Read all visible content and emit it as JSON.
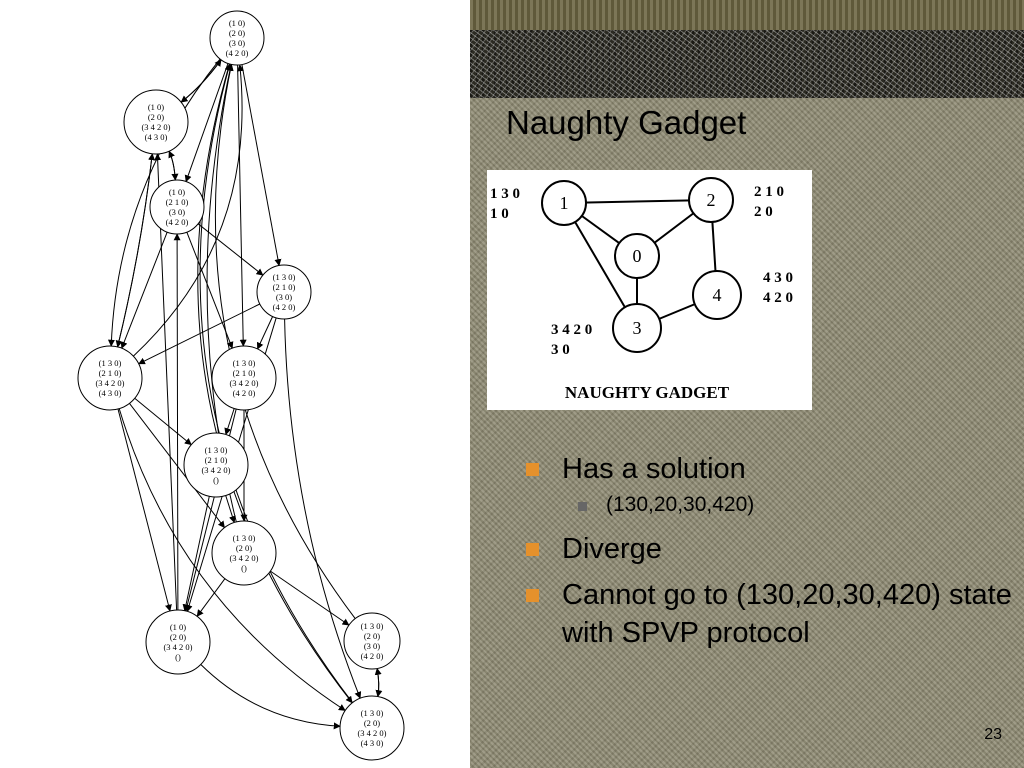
{
  "slide": {
    "title": "Naughty Gadget",
    "page_number": "23"
  },
  "gadget": {
    "caption": "NAUGHTY GADGET",
    "nodes": [
      {
        "id": "1",
        "paths": [
          "1 3 0",
          "1 0"
        ]
      },
      {
        "id": "2",
        "paths": [
          "2 1 0",
          "2 0"
        ]
      },
      {
        "id": "0",
        "paths": []
      },
      {
        "id": "4",
        "paths": [
          "4 3 0",
          "4 2 0"
        ]
      },
      {
        "id": "3",
        "paths": [
          "3 4 2 0",
          "3 0"
        ]
      }
    ],
    "edges": [
      [
        "1",
        "2"
      ],
      [
        "1",
        "0"
      ],
      [
        "1",
        "3"
      ],
      [
        "2",
        "0"
      ],
      [
        "2",
        "4"
      ],
      [
        "0",
        "3"
      ],
      [
        "3",
        "4"
      ]
    ]
  },
  "bullets": [
    {
      "text": "Has a solution",
      "sub": [
        {
          "text": "(130,20,30,420)"
        }
      ]
    },
    {
      "text": "Diverge",
      "sub": []
    },
    {
      "text": "Cannot go to (130,20,30,420) state with SPVP protocol",
      "sub": []
    }
  ],
  "state_graph": {
    "nodes": [
      {
        "id": "A",
        "lines": [
          "(1 0)",
          "(2 0)",
          "(3 0)",
          "(4 2 0)"
        ]
      },
      {
        "id": "B",
        "lines": [
          "(1 0)",
          "(2 0)",
          "(3 4 2 0)",
          "(4 3 0)"
        ]
      },
      {
        "id": "C",
        "lines": [
          "(1 0)",
          "(2 1 0)",
          "(3 0)",
          "(4 2 0)"
        ]
      },
      {
        "id": "D",
        "lines": [
          "(1 3 0)",
          "(2 1 0)",
          "(3 0)",
          "(4 2 0)"
        ]
      },
      {
        "id": "E",
        "lines": [
          "(1 3 0)",
          "(2 1 0)",
          "(3 4 2 0)",
          "(4 3 0)"
        ]
      },
      {
        "id": "F",
        "lines": [
          "(1 3 0)",
          "(2 1 0)",
          "(3 4 2 0)",
          "(4 2 0)"
        ]
      },
      {
        "id": "G",
        "lines": [
          "(1 3 0)",
          "(2 1 0)",
          "(3 4 2 0)",
          "()"
        ]
      },
      {
        "id": "H",
        "lines": [
          "(1 3 0)",
          "(2 0)",
          "(3 4 2 0)",
          "()"
        ]
      },
      {
        "id": "I",
        "lines": [
          "(1 0)",
          "(2 0)",
          "(3 4 2 0)",
          "()"
        ]
      },
      {
        "id": "J",
        "lines": [
          "(1 3 0)",
          "(2 0)",
          "(3 0)",
          "(4 2 0)"
        ]
      },
      {
        "id": "K",
        "lines": [
          "(1 3 0)",
          "(2 0)",
          "(3 4 2 0)",
          "(4 3 0)"
        ]
      }
    ],
    "edges": [
      [
        "A",
        "B"
      ],
      [
        "B",
        "A"
      ],
      [
        "A",
        "C"
      ],
      [
        "A",
        "D"
      ],
      [
        "A",
        "E"
      ],
      [
        "A",
        "F"
      ],
      [
        "A",
        "K"
      ],
      [
        "B",
        "C"
      ],
      [
        "B",
        "E"
      ],
      [
        "C",
        "B"
      ],
      [
        "C",
        "E"
      ],
      [
        "C",
        "F"
      ],
      [
        "C",
        "D"
      ],
      [
        "D",
        "E"
      ],
      [
        "D",
        "F"
      ],
      [
        "D",
        "I"
      ],
      [
        "D",
        "K"
      ],
      [
        "E",
        "B"
      ],
      [
        "E",
        "G"
      ],
      [
        "E",
        "H"
      ],
      [
        "E",
        "I"
      ],
      [
        "E",
        "A"
      ],
      [
        "E",
        "K"
      ],
      [
        "F",
        "G"
      ],
      [
        "F",
        "H"
      ],
      [
        "F",
        "I"
      ],
      [
        "G",
        "H"
      ],
      [
        "G",
        "I"
      ],
      [
        "H",
        "I"
      ],
      [
        "H",
        "J"
      ],
      [
        "H",
        "A"
      ],
      [
        "I",
        "B"
      ],
      [
        "I",
        "C"
      ],
      [
        "I",
        "K"
      ],
      [
        "J",
        "K"
      ],
      [
        "K",
        "J"
      ],
      [
        "K",
        "A"
      ],
      [
        "J",
        "A"
      ]
    ]
  }
}
